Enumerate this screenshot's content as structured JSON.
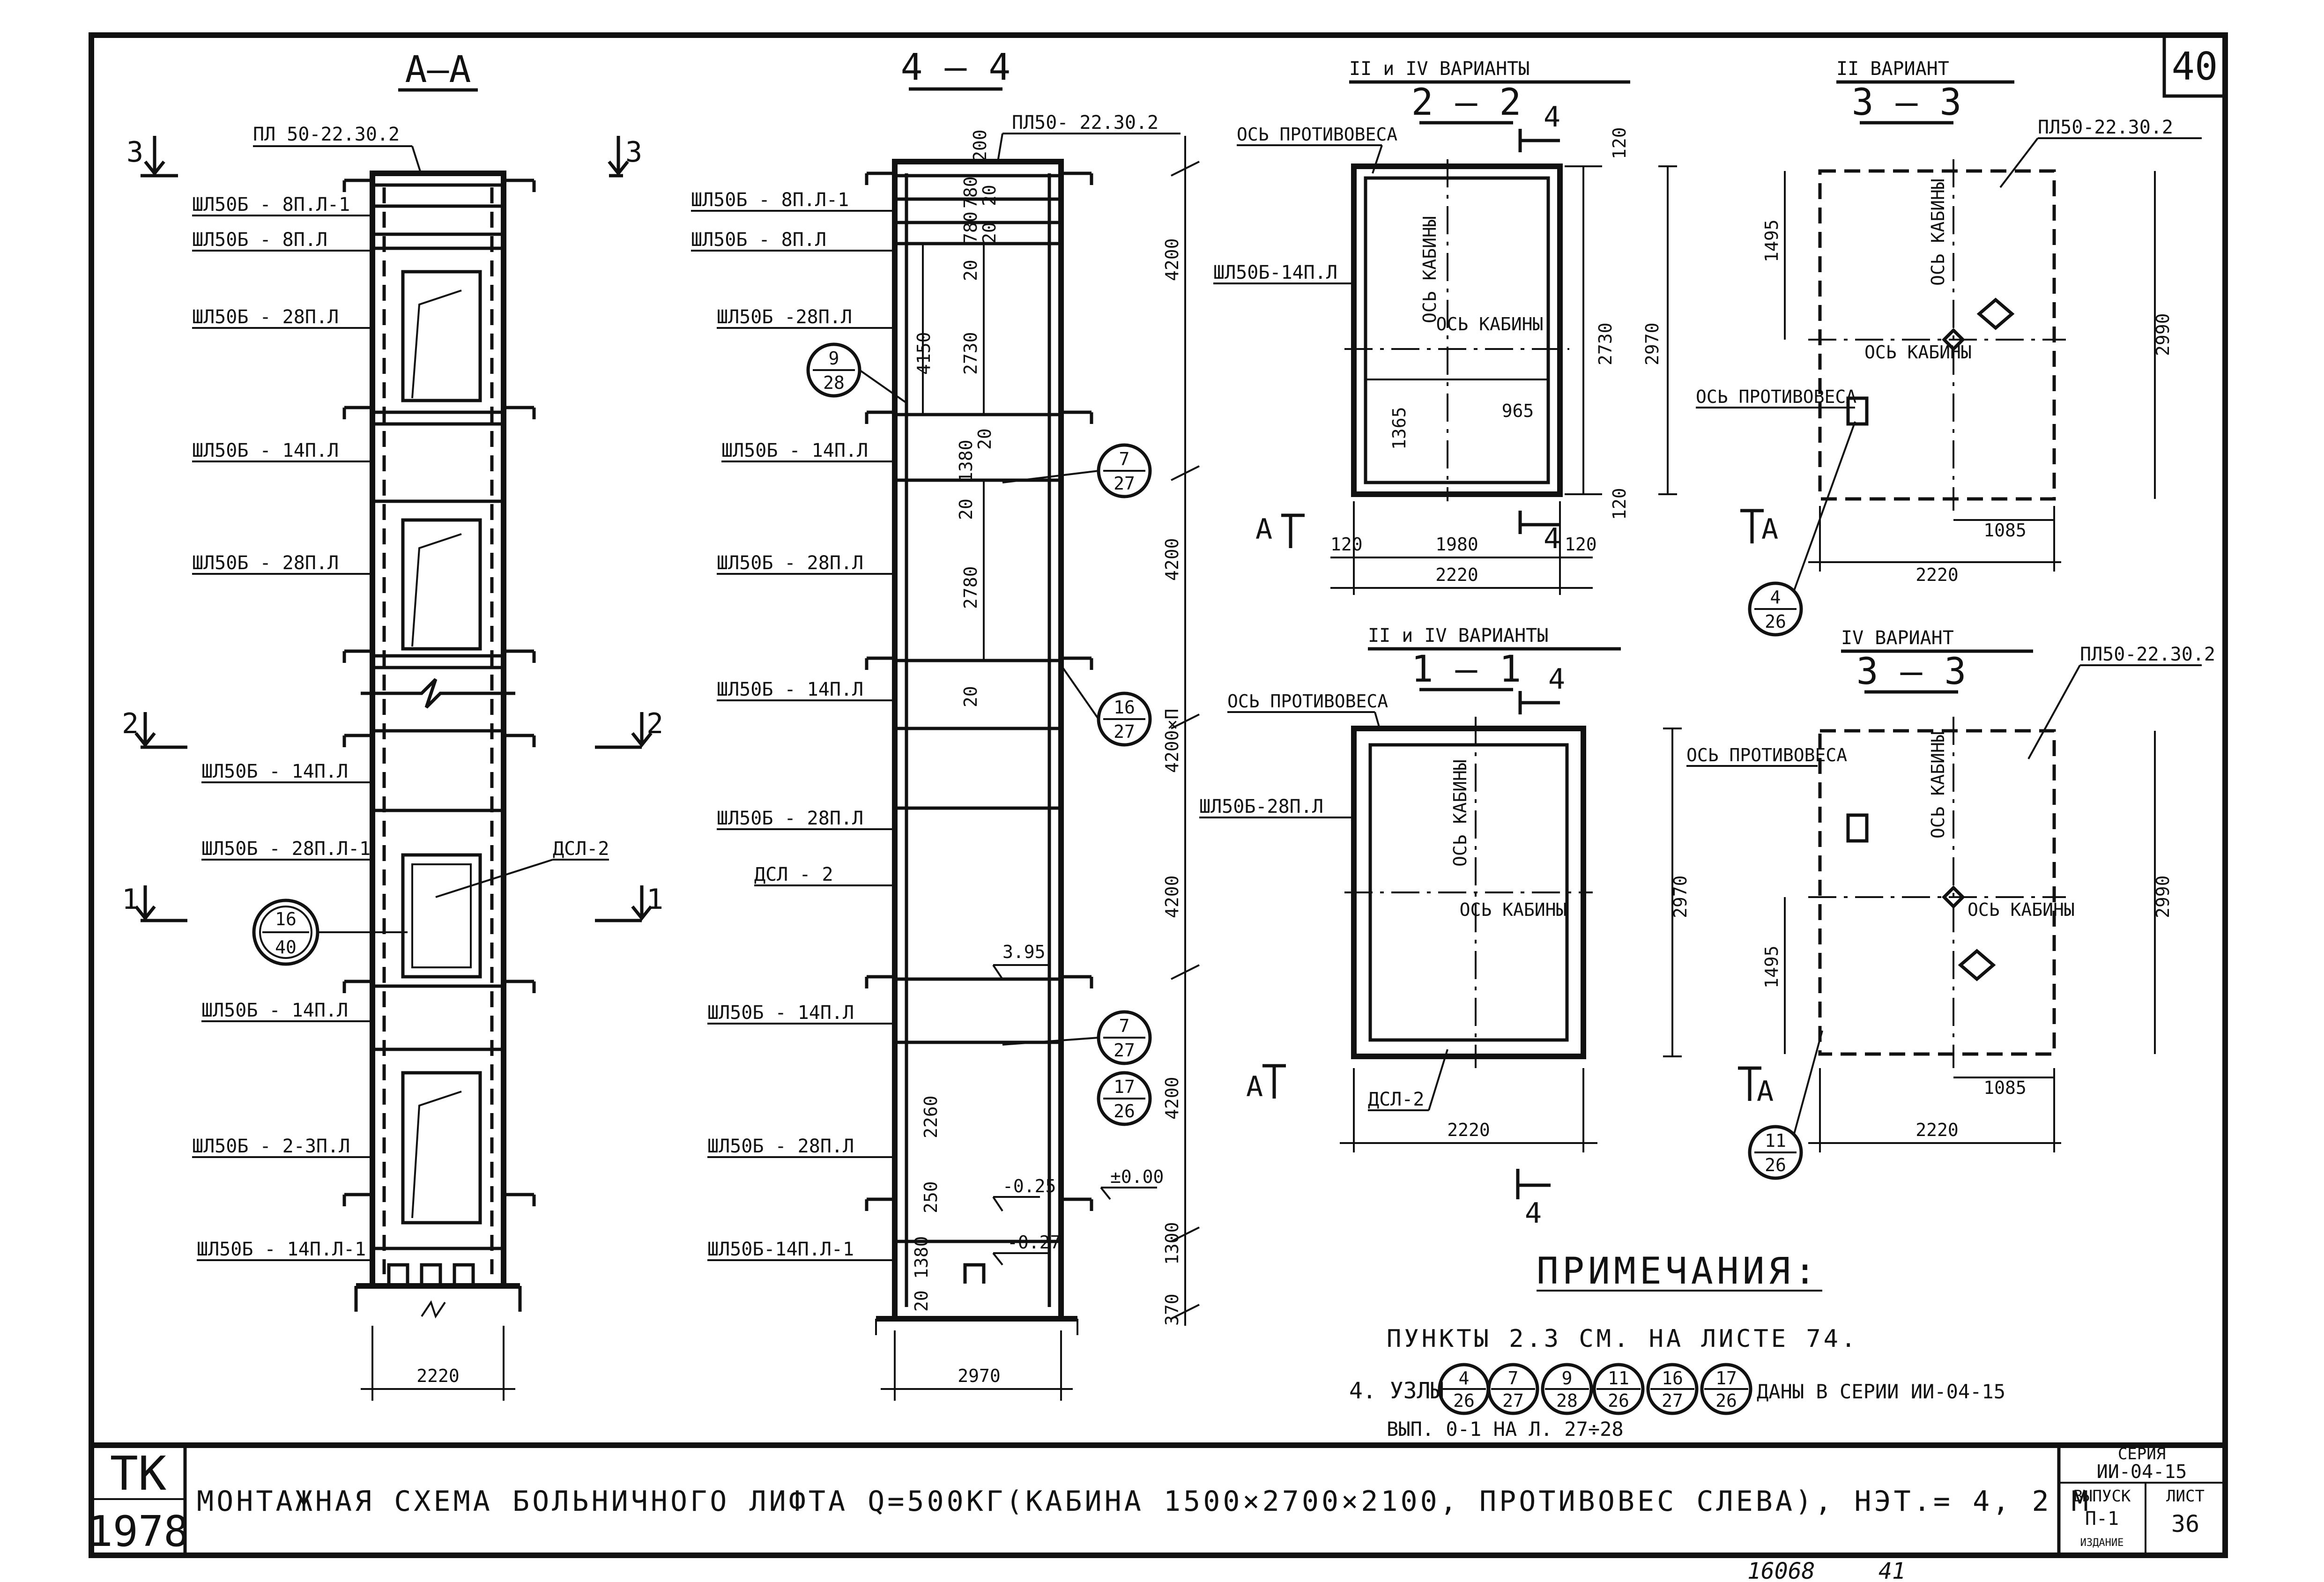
{
  "sheet": {
    "number": "40",
    "handwritten": [
      "16068",
      "41"
    ]
  },
  "section_aa": {
    "title": "А–А",
    "top_label": "ПЛ 50-22.30.2",
    "cuts": [
      "3",
      "3",
      "2",
      "2",
      "1",
      "1"
    ],
    "labels": [
      "ШЛ50Б - 8П.Л-1",
      "ШЛ50Б - 8П.Л",
      "ШЛ50Б - 28П.Л",
      "ШЛ50Б - 14П.Л",
      "ШЛ50Б - 28П.Л",
      "ШЛ50Б - 14П.Л",
      "ШЛ50Б - 28П.Л-1",
      "ШЛ50Б - 14П.Л",
      "ШЛ50Б - 2-3П.Л",
      "ШЛ50Б - 14П.Л-1"
    ],
    "door_label": "ДСЛ-2",
    "node": {
      "top": "16",
      "bottom": "40"
    },
    "width_dim": "2220"
  },
  "section_44": {
    "title": "4 – 4",
    "top_label": "ПЛ50- 22.30.2",
    "labels": [
      "ШЛ50Б - 8П.Л-1",
      "ШЛ50Б - 8П.Л",
      "ШЛ50Б -28П.Л",
      "ШЛ50Б - 14П.Л",
      "ШЛ50Б - 28П.Л",
      "ШЛ50Б - 14П.Л",
      "ШЛ50Б - 28П.Л",
      "ДСЛ - 2",
      "ШЛ50Б - 14П.Л",
      "ШЛ50Б - 28П.Л",
      "ШЛ50Б-14П.Л-1"
    ],
    "inner_dims": [
      "200",
      "780",
      "780",
      "20",
      "20",
      "4150",
      "2730",
      "20",
      "1380",
      "20",
      "20",
      "2780",
      "20",
      "2260",
      "250",
      "1380",
      "20"
    ],
    "right_dims": [
      "4200",
      "4200",
      "4200×П",
      "4200",
      "4200",
      "1300",
      "370"
    ],
    "levels": [
      "3.95",
      "-0.25",
      "±0.00",
      "-0.27"
    ],
    "nodes": [
      {
        "top": "9",
        "bottom": "28"
      },
      {
        "top": "7",
        "bottom": "27"
      },
      {
        "top": "16",
        "bottom": "27"
      },
      {
        "top": "7",
        "bottom": "27"
      },
      {
        "top": "17",
        "bottom": "26"
      }
    ],
    "width_dim": "2970"
  },
  "plan_22": {
    "variant": "II и IV ВАРИАНТЫ",
    "title": "2 – 2",
    "axis_counterweight": "ОСЬ ПРОТИВОВЕСА",
    "axis_cabin": "ОСЬ КАБИНЫ",
    "axis_cabin2": "ОСЬ КАБИНЫ",
    "wall_label": "ШЛ50Б-14П.Л",
    "cut_4": "4",
    "cut_a": "А",
    "dims": [
      "120",
      "2730",
      "2970",
      "120",
      "1365",
      "965",
      "120",
      "1980",
      "120",
      "2220"
    ]
  },
  "plan_33_ii": {
    "variant": "II ВАРИАНТ",
    "title": "3 – 3",
    "top_label": "ПЛ50-22.30.2",
    "axis_cabin": "ОСЬ КАБИНЫ",
    "axis_cabin2": "ОСЬ КАБИНЫ",
    "axis_counterweight": "ОСЬ ПРОТИВОВЕСА",
    "cut_a": "А",
    "node": {
      "top": "4",
      "bottom": "26"
    },
    "dims": [
      "1495",
      "2990",
      "1085",
      "2220"
    ]
  },
  "plan_11": {
    "variant": "II и IV ВАРИАНТЫ",
    "title": "1 – 1",
    "axis_counterweight": "ОСЬ ПРОТИВОВЕСА",
    "axis_cabin": "ОСЬ КАБИНЫ",
    "axis_cabin2": "ОСЬ КАБИНЫ",
    "wall_label": "ШЛ50Б-28П.Л",
    "door_label": "ДСЛ-2",
    "cut_4_top": "4",
    "cut_4_bottom": "4",
    "cut_a": "А",
    "dims": [
      "2970",
      "2220"
    ]
  },
  "plan_33_iv": {
    "variant": "IV ВАРИАНТ",
    "title": "3 – 3",
    "top_label": "ПЛ50-22.30.2",
    "axis_counterweight": "ОСЬ ПРОТИВОВЕСА",
    "axis_cabin": "ОСЬ КАБИНЫ",
    "axis_cabin2": "ОСЬ КАБИНЫ",
    "cut_a": "А",
    "node": {
      "top": "11",
      "bottom": "26"
    },
    "dims": [
      "1495",
      "2990",
      "1085",
      "2220"
    ]
  },
  "notes": {
    "heading": "ПРИМЕЧАНИЯ:",
    "line1": "ПУНКТЫ     2.3     СМ.  НА ЛИСТЕ 74.",
    "line2_prefix": "4. УЗЛЫ",
    "nodes": [
      {
        "top": "4",
        "bottom": "26"
      },
      {
        "top": "7",
        "bottom": "27"
      },
      {
        "top": "9",
        "bottom": "28"
      },
      {
        "top": "11",
        "bottom": "26"
      },
      {
        "top": "16",
        "bottom": "27"
      },
      {
        "top": "17",
        "bottom": "26"
      }
    ],
    "line2_suffix": "ДАНЫ В СЕРИИ  ИИ-04-15",
    "line3": "ВЫП. 0-1  НА Л. 27÷28"
  },
  "title_block": {
    "logo_top": "ТК",
    "logo_bottom": "1978",
    "title": "МОНТАЖНАЯ СХЕМА БОЛЬНИЧНОГО ЛИФТА Q=500КГ(КАБИНА 1500×2700×2100, ПРОТИВОВЕС СЛЕВА), НЭТ.= 4, 2 М",
    "series_label": "СЕРИЯ",
    "series_value": "ИИ-04-15",
    "issue_label": "ВЫПУСК",
    "issue_value": "П-1",
    "issue_note": "ИЗДАНИЕ",
    "sheet_label": "ЛИСТ",
    "sheet_value": "36"
  }
}
